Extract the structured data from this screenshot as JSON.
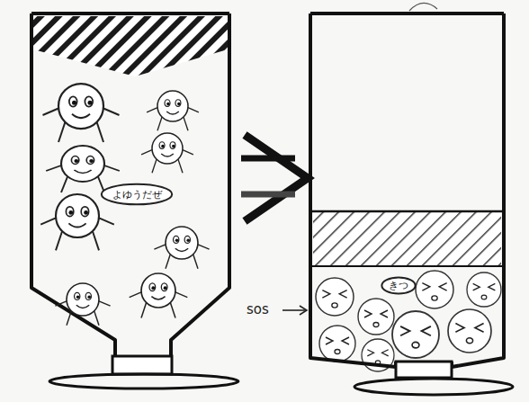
{
  "diagram": {
    "nodes": [
      {
        "text": [
          "よゆうだぜ"
        ]
      },
      {
        "text": [
          "きつ"
        ]
      }
    ],
    "labels": [
      "sos"
    ]
  }
}
